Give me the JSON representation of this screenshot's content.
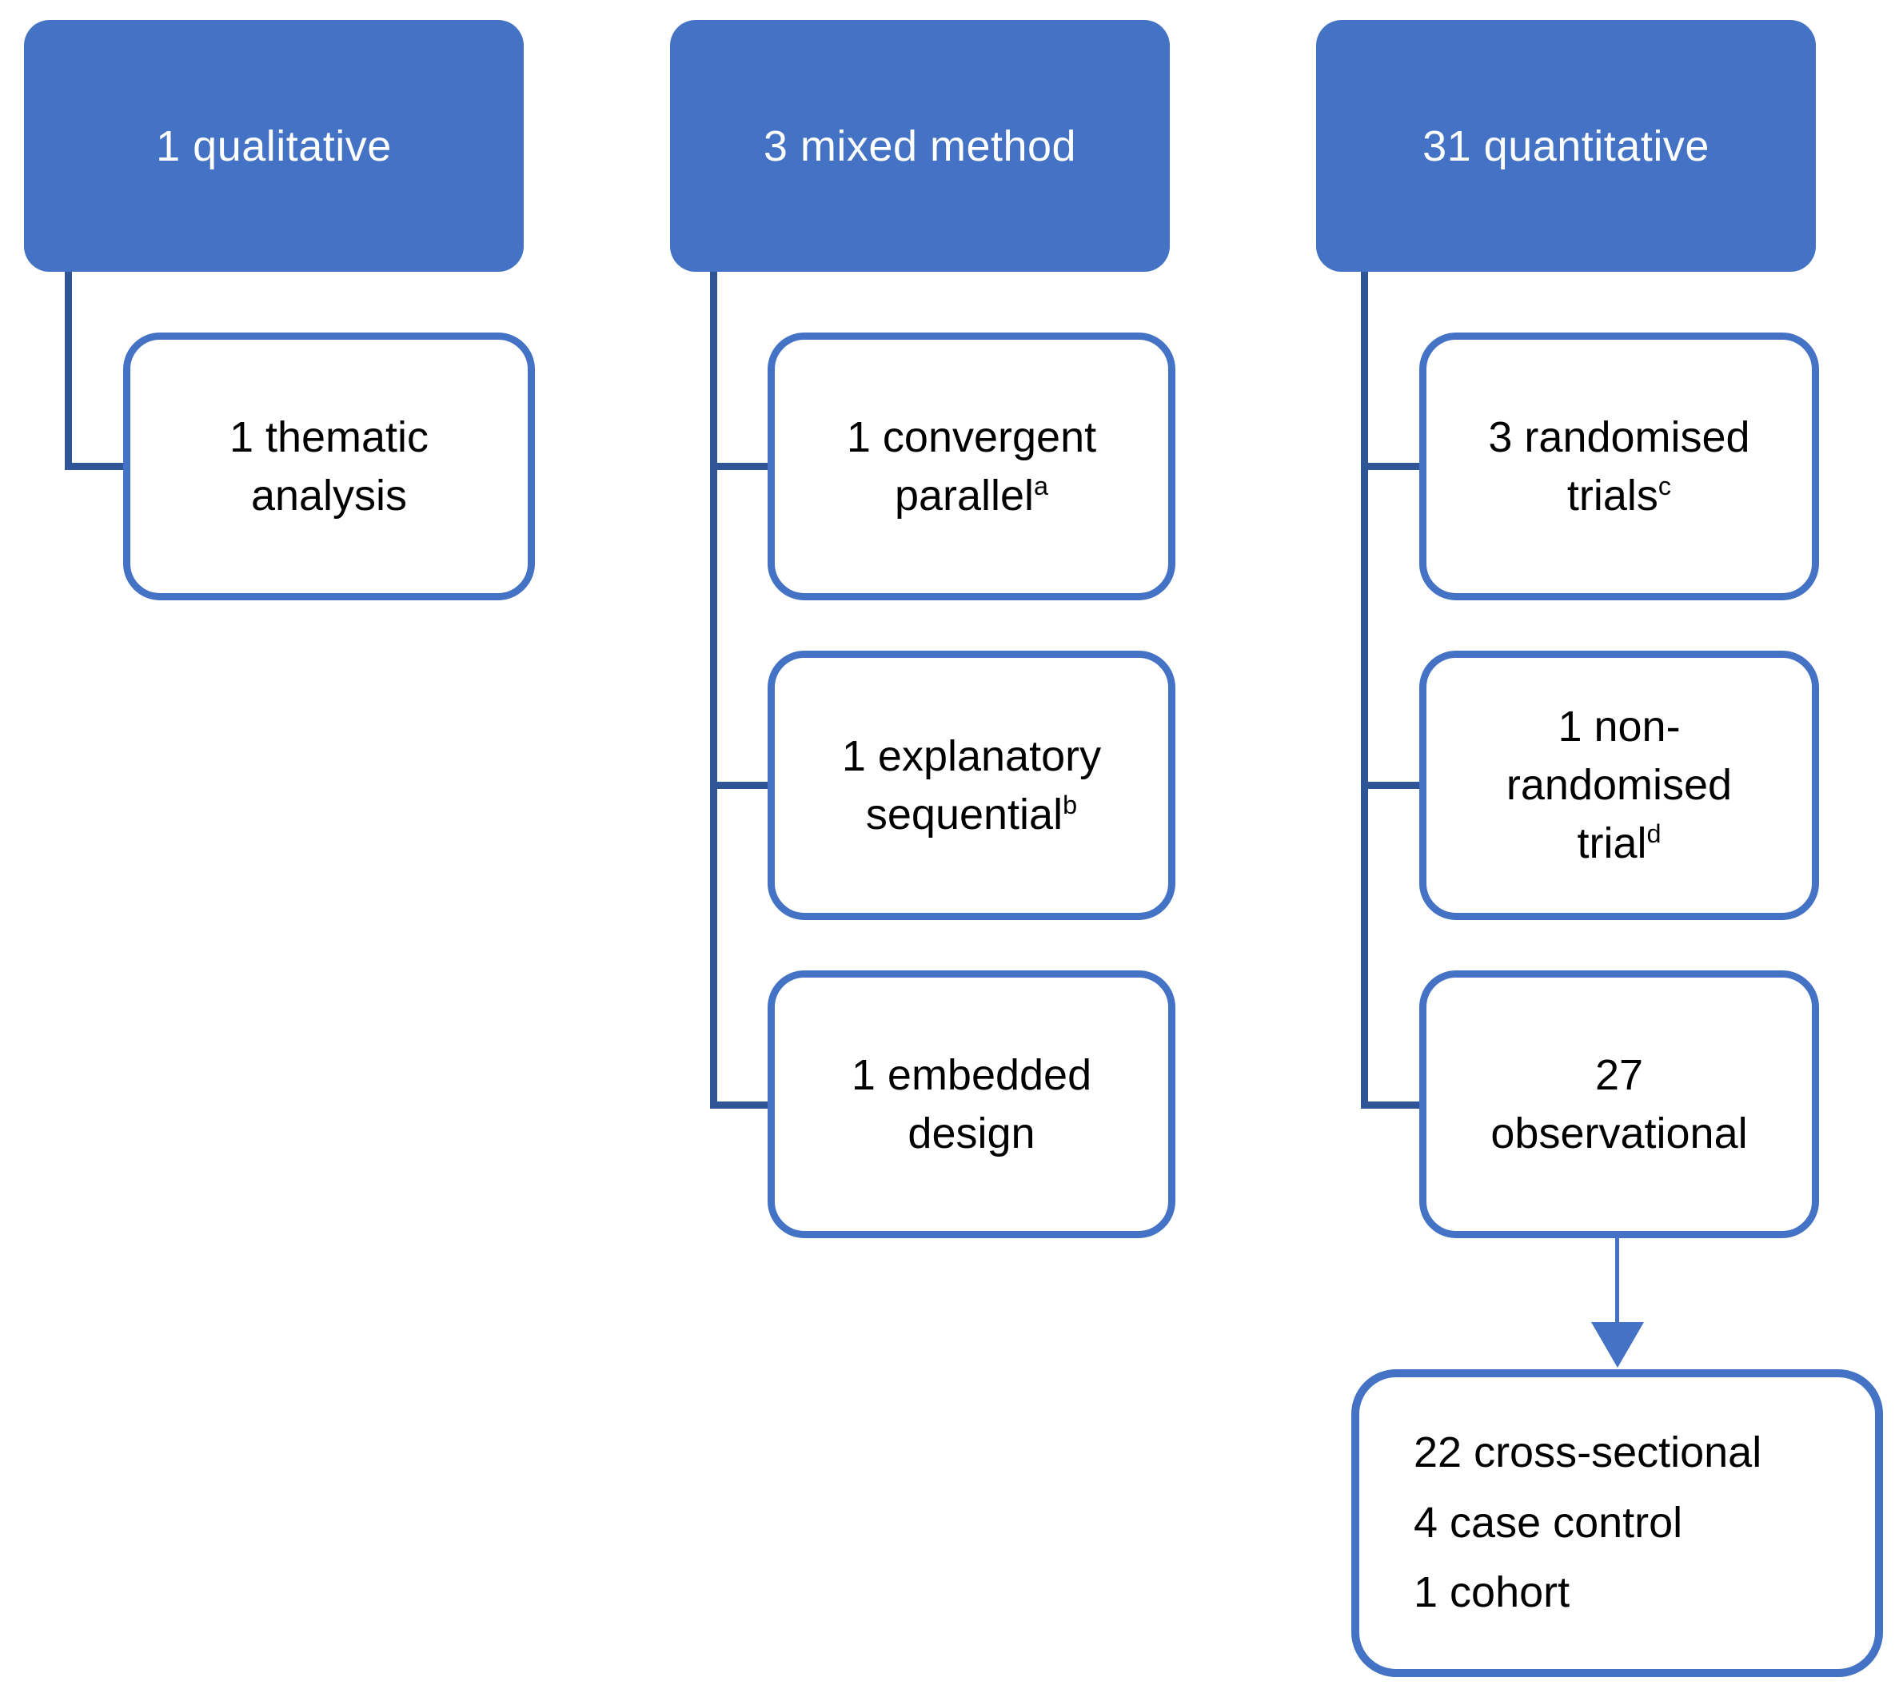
{
  "diagram": {
    "columns": [
      {
        "header": "1 qualitative",
        "children": [
          {
            "text": "1 thematic\nanalysis",
            "sup": ""
          }
        ]
      },
      {
        "header": "3 mixed method",
        "children": [
          {
            "text": "1 convergent\nparallel",
            "sup": "a"
          },
          {
            "text": "1 explanatory\nsequential",
            "sup": "b"
          },
          {
            "text": "1 embedded\ndesign",
            "sup": ""
          }
        ]
      },
      {
        "header": "31 quantitative",
        "children": [
          {
            "text": "3 randomised\ntrials",
            "sup": "c"
          },
          {
            "text": "1 non-\nrandomised\ntrial",
            "sup": "d"
          },
          {
            "text": "27\nobservational",
            "sup": ""
          }
        ]
      }
    ],
    "observational_breakdown": {
      "lines": [
        "22 cross-sectional",
        "4 case control",
        "1 cohort"
      ]
    },
    "colors": {
      "header_fill": "#4472C4",
      "header_text": "#FFFFFF",
      "box_border": "#4472C4",
      "connector": "#2F5597",
      "arrow": "#4472C4",
      "body_text": "#000000"
    }
  }
}
